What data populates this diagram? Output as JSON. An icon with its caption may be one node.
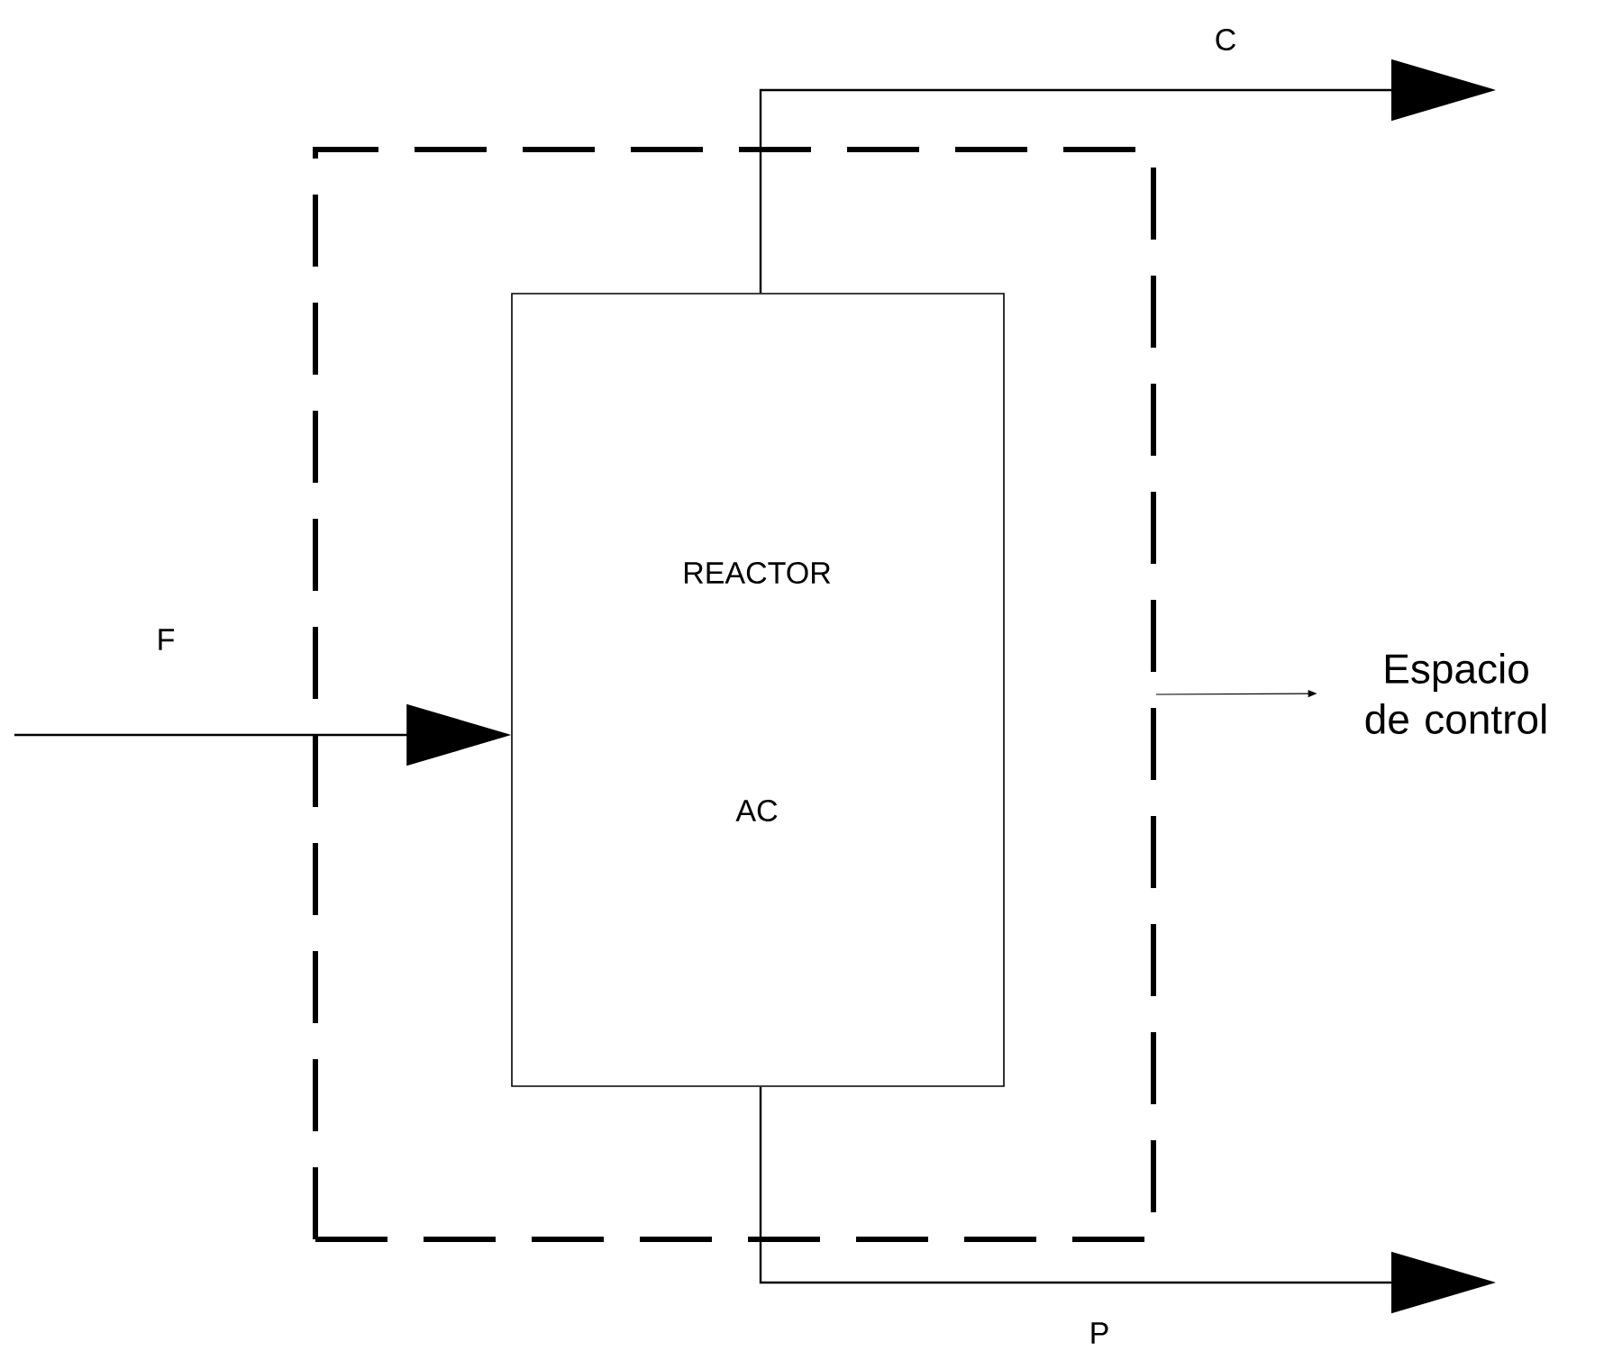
{
  "diagram": {
    "nodes": [
      {
        "text": [],
        "shape": "box"
      },
      {
        "text": [
          "REACTOR",
          "AC"
        ],
        "in": 0
      },
      {
        "text": [
          "Espacio de control"
        ]
      }
    ],
    "edges": [
      {
        "from": null,
        "to": 1,
        "arrow": "to",
        "label": "F"
      },
      {
        "from": 1,
        "to": null,
        "arrow": "to",
        "label": "C"
      },
      {
        "from": 1,
        "to": null,
        "arrow": "to",
        "label": "P"
      },
      {
        "from": 0,
        "to": 2,
        "arrow": "to"
      }
    ]
  }
}
